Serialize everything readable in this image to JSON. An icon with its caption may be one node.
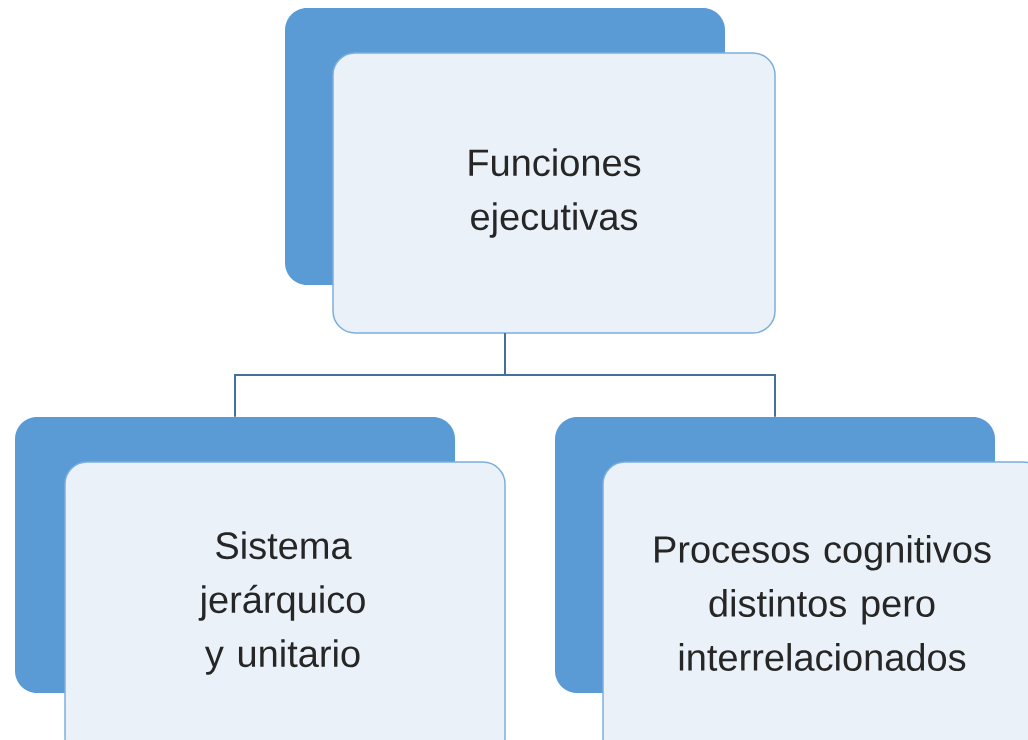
{
  "diagram": {
    "nodes": [
      {
        "text": [
          "Funciones ejecutivas"
        ]
      },
      {
        "text": [
          "Sistema jerárquico y unitario"
        ]
      },
      {
        "text": [
          "Procesos cognitivos distintos pero interrelacionados"
        ]
      }
    ],
    "edges": [
      {
        "from": 0,
        "to": 1,
        "arrow": "none"
      },
      {
        "from": 0,
        "to": 2,
        "arrow": "none"
      }
    ]
  }
}
